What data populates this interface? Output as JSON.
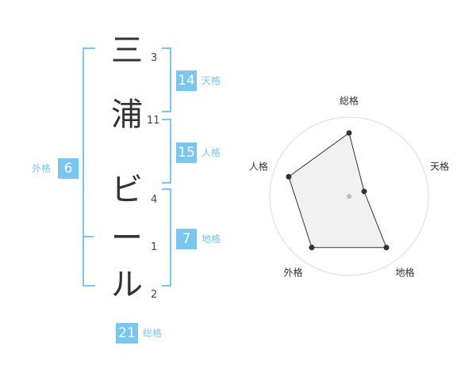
{
  "name": {
    "chars": [
      {
        "char": "三",
        "strokes": "3"
      },
      {
        "char": "浦",
        "strokes": "11"
      },
      {
        "char": "ビ",
        "strokes": "4"
      },
      {
        "char": "ー",
        "strokes": "1"
      },
      {
        "char": "ル",
        "strokes": "2"
      }
    ]
  },
  "fortune": {
    "tenkaku": {
      "value": "14",
      "label": "天格"
    },
    "jinkaku": {
      "value": "15",
      "label": "人格"
    },
    "chikaku": {
      "value": "7",
      "label": "地格"
    },
    "gaikaku": {
      "value": "6",
      "label": "外格"
    },
    "soukaku": {
      "value": "21",
      "label": "総格"
    }
  },
  "colors": {
    "accent": "#79c6f0",
    "text": "#333333",
    "grid": "#dddddd",
    "fill": "#eeeeee"
  },
  "chart_data": {
    "type": "radar",
    "categories": [
      "総格",
      "天格",
      "地格",
      "外格",
      "人格"
    ],
    "values": [
      4,
      1,
      4,
      4,
      4
    ],
    "scale_max": 5,
    "rings": 5
  }
}
